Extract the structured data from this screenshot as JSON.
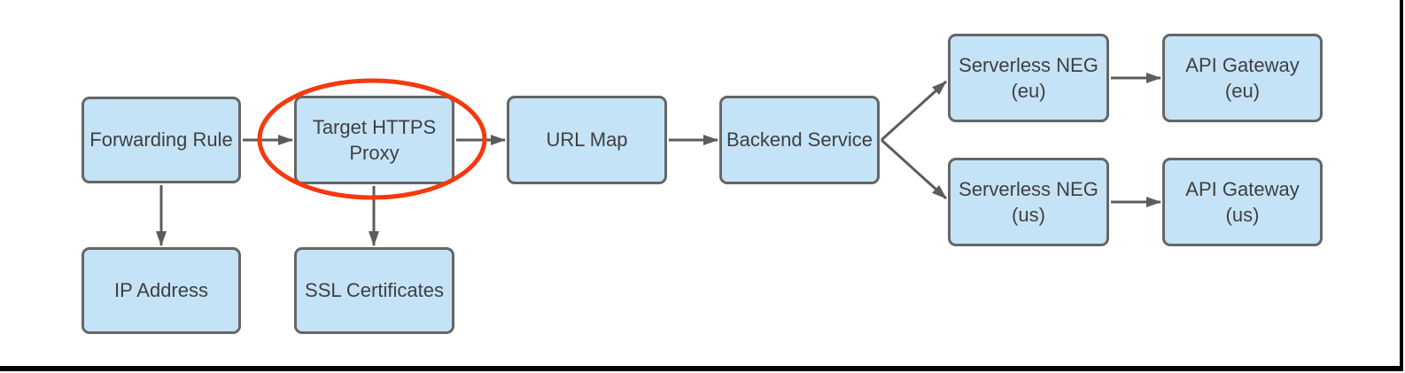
{
  "diagram": {
    "nodes": {
      "forwarding_rule": {
        "label": "Forwarding Rule"
      },
      "target_https_proxy": {
        "label": "Target HTTPS\nProxy",
        "highlighted": true
      },
      "url_map": {
        "label": "URL Map"
      },
      "backend_service": {
        "label": "Backend Service"
      },
      "serverless_neg_eu": {
        "label": "Serverless NEG\n(eu)"
      },
      "api_gateway_eu": {
        "label": "API Gateway\n(eu)"
      },
      "serverless_neg_us": {
        "label": "Serverless NEG\n(us)"
      },
      "api_gateway_us": {
        "label": "API Gateway\n(us)"
      },
      "ip_address": {
        "label": "IP Address"
      },
      "ssl_certificates": {
        "label": "SSL Certificates"
      }
    },
    "edges": [
      {
        "from": "Forwarding Rule",
        "to": "Target HTTPS Proxy"
      },
      {
        "from": "Forwarding Rule",
        "to": "IP Address"
      },
      {
        "from": "Target HTTPS Proxy",
        "to": "URL Map"
      },
      {
        "from": "Target HTTPS Proxy",
        "to": "SSL Certificates"
      },
      {
        "from": "URL Map",
        "to": "Backend Service"
      },
      {
        "from": "Backend Service",
        "to": "Serverless NEG (eu)"
      },
      {
        "from": "Backend Service",
        "to": "Serverless NEG (us)"
      },
      {
        "from": "Serverless NEG (eu)",
        "to": "API Gateway (eu)"
      },
      {
        "from": "Serverless NEG (us)",
        "to": "API Gateway (us)"
      }
    ],
    "annotations": [
      {
        "type": "ellipse-highlight",
        "target": "Target HTTPS Proxy",
        "color": "#f5390d"
      }
    ],
    "colors": {
      "node_fill": "#c5e3f7",
      "node_border": "#666666",
      "arrow": "#5c5c5c",
      "label_text": "#3f3f3f",
      "highlight": "#f5390d",
      "page_edge": "#000000"
    }
  }
}
